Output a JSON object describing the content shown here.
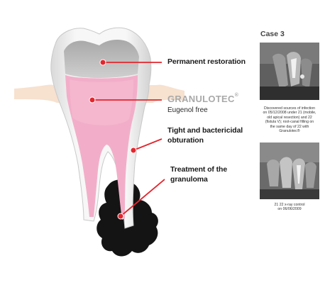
{
  "labels": {
    "restoration": "Permanent restoration",
    "brand": "GRANULOTEC",
    "brand_mark": "®",
    "eugenol": "Eugenol free",
    "obturation_line1": "Tight and bactericidal",
    "obturation_line2": "obturation",
    "granuloma_line1": "Treatment of the",
    "granuloma_line2": "granuloma"
  },
  "case": {
    "title": "Case 3",
    "caption1_lines": [
      "Discovered sources of infection",
      "on 05/12/2008 under 21 (mobile,",
      "old apical resection) and 22",
      "(fistula V); root-canal filling on",
      "the same day of 22 with",
      "Granulotec®"
    ],
    "caption2_lines": [
      "21 22 x-ray control",
      "on 06/06/2009"
    ]
  },
  "colors": {
    "pulp_pink": "#f2aec8",
    "pointer_red": "#e3262e",
    "restoration_gray": "#bcbcbc",
    "gum_peach": "#f6dcc6",
    "granuloma": "#141414",
    "brand_gray": "#a9a9a9"
  }
}
